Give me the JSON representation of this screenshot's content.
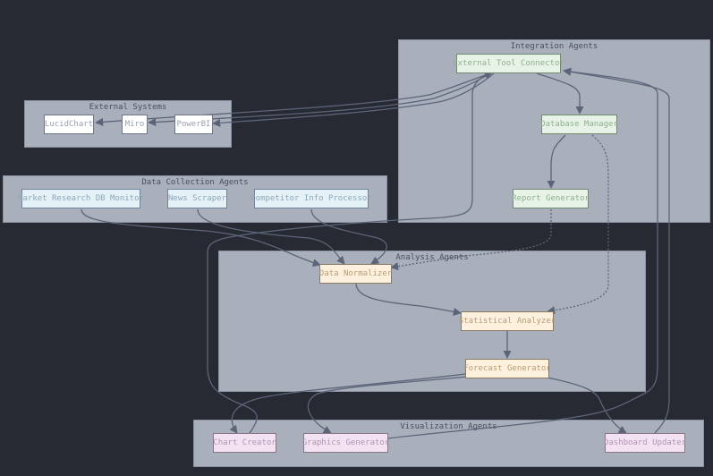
{
  "clusters": {
    "integration": "Integration Agents",
    "external": "External Systems",
    "data_collection": "Data Collection Agents",
    "analysis": "Analysis Agents",
    "visualization": "Visualization Agents"
  },
  "nodes": {
    "external_tool_connector": "External Tool Connector",
    "database_manager": "Database Manager",
    "report_generator": "Report Generator",
    "lucidchart": "LucidChart",
    "miro": "Miro",
    "powerbi": "PowerBI",
    "market_research_db_monitor": "Market Research DB Monitor",
    "news_scraper": "News Scraper",
    "competitor_info_processor": "Competitor Info Processor",
    "data_normalizer": "Data Normalizer",
    "statistical_analyzer": "Statistical Analyzer",
    "forecast_generator": "Forecast Generator",
    "chart_creator": "Chart Creator",
    "graphics_generator": "Graphics Generator",
    "dashboard_updater": "Dashboard Updater"
  },
  "edges": [
    {
      "from": "external_tool_connector",
      "to": "lucidchart",
      "style": "solid"
    },
    {
      "from": "external_tool_connector",
      "to": "miro",
      "style": "solid"
    },
    {
      "from": "external_tool_connector",
      "to": "powerbi",
      "style": "solid"
    },
    {
      "from": "external_tool_connector",
      "to": "database_manager",
      "style": "solid"
    },
    {
      "from": "database_manager",
      "to": "report_generator",
      "style": "solid"
    },
    {
      "from": "database_manager",
      "to": "statistical_analyzer",
      "style": "dashed"
    },
    {
      "from": "report_generator",
      "to": "data_normalizer",
      "style": "dashed"
    },
    {
      "from": "market_research_db_monitor",
      "to": "data_normalizer",
      "style": "solid"
    },
    {
      "from": "news_scraper",
      "to": "data_normalizer",
      "style": "solid"
    },
    {
      "from": "competitor_info_processor",
      "to": "data_normalizer",
      "style": "solid"
    },
    {
      "from": "data_normalizer",
      "to": "statistical_analyzer",
      "style": "solid"
    },
    {
      "from": "statistical_analyzer",
      "to": "forecast_generator",
      "style": "solid"
    },
    {
      "from": "forecast_generator",
      "to": "chart_creator",
      "style": "solid"
    },
    {
      "from": "forecast_generator",
      "to": "graphics_generator",
      "style": "solid"
    },
    {
      "from": "forecast_generator",
      "to": "dashboard_updater",
      "style": "solid"
    },
    {
      "from": "chart_creator",
      "to": "external_tool_connector",
      "style": "solid"
    },
    {
      "from": "graphics_generator",
      "to": "external_tool_connector",
      "style": "solid"
    },
    {
      "from": "dashboard_updater",
      "to": "external_tool_connector",
      "style": "solid"
    }
  ]
}
